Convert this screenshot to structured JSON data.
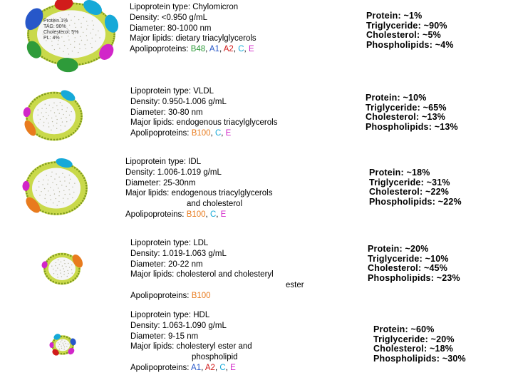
{
  "colors": {
    "membrane": "#c9d94a",
    "core": "#f6f6f6",
    "apo_green": "#2e9b3a",
    "apo_blue": "#2757c9",
    "apo_red": "#d11b1b",
    "apo_cyan": "#16a9d8",
    "apo_magenta": "#d126c9",
    "apo_orange": "#e87b1e"
  },
  "lipoproteins": [
    {
      "info": {
        "type": "Lipoprotein type: Chylomicron",
        "density": "Density: <0.950 g/mL",
        "diameter": "Diameter: 80-1000 nm",
        "major_lipids": "Major lipids: dietary triacylglycerols",
        "major_lipids_cont": "",
        "apo_label": "Apolipoproteins:",
        "apos": [
          {
            "name": "B48",
            "sep": ", ",
            "color": "#2e9b3a"
          },
          {
            "name": "A1",
            "sep": ", ",
            "color": "#2757c9"
          },
          {
            "name": "A2",
            "sep": ", ",
            "color": "#d11b1b"
          },
          {
            "name": "C",
            "sep": ", ",
            "color": "#16a9d8"
          },
          {
            "name": "E",
            "sep": "",
            "color": "#d126c9"
          }
        ]
      },
      "inset": [
        "Protein 1%",
        "TAG: 90%",
        "Cholesterol: 5%",
        "PL: 4%"
      ],
      "composition": [
        "Protein: ~1%",
        "Triglyceride: ~90%",
        "Cholesterol: ~5%",
        "Phospholipids: ~4%"
      ]
    },
    {
      "info": {
        "type": "Lipoprotein type: VLDL",
        "density": "Density: 0.950-1.006 g/mL",
        "diameter": "Diameter: 30-80 nm",
        "major_lipids": "Major lipids: endogenous  triacylglycerols",
        "major_lipids_cont": "",
        "apo_label": "Apolipoproteins:",
        "apos": [
          {
            "name": "B100",
            "sep": ", ",
            "color": "#e87b1e"
          },
          {
            "name": "C",
            "sep": ", ",
            "color": "#16a9d8"
          },
          {
            "name": "E",
            "sep": "",
            "color": "#d126c9"
          }
        ]
      },
      "inset": [],
      "composition": [
        "Protein: ~10%",
        "Triglyceride: ~65%",
        "Cholesterol: ~13%",
        "Phospholipids: ~13%"
      ]
    },
    {
      "info": {
        "type": "Lipoprotein type: IDL",
        "density": "Density: 1.006-1.019 g/mL",
        "diameter": "Diameter: 25-30nm",
        "major_lipids": "Major lipids: endogenous  triacylglycerols",
        "major_lipids_cont": "and cholesterol",
        "apo_label": "Apolipoproteins:",
        "apos": [
          {
            "name": "B100",
            "sep": ", ",
            "color": "#e87b1e"
          },
          {
            "name": "C",
            "sep": ", ",
            "color": "#16a9d8"
          },
          {
            "name": "E",
            "sep": "",
            "color": "#d126c9"
          }
        ]
      },
      "inset": [],
      "composition": [
        "Protein: ~18%",
        "Triglyceride: ~31%",
        "Cholesterol: ~22%",
        "Phospholipids: ~22%"
      ]
    },
    {
      "info": {
        "type": "Lipoprotein type: LDL",
        "density": "Density: 1.019-1.063 g/mL",
        "diameter": "Diameter: 20-22 nm",
        "major_lipids": "Major lipids: cholesterol and cholesteryl",
        "major_lipids_cont": "ester",
        "apo_label": "Apolipoproteins:",
        "apos": [
          {
            "name": "B100",
            "sep": "",
            "color": "#e87b1e"
          }
        ]
      },
      "inset": [],
      "composition": [
        "Protein: ~20%",
        "Triglyceride: ~10%",
        "Cholesterol: ~45%",
        "Phospholipids: ~23%"
      ]
    },
    {
      "info": {
        "type": "Lipoprotein type: HDL",
        "density": "Density: 1.063-1.090 g/mL",
        "diameter": "Diameter: 9-15 nm",
        "major_lipids": "Major lipids: cholesteryl ester and",
        "major_lipids_cont": "phospholipid",
        "apo_label": "Apolipoproteins:",
        "apos": [
          {
            "name": "A1",
            "sep": ", ",
            "color": "#2757c9"
          },
          {
            "name": "A2",
            "sep": ", ",
            "color": "#d11b1b"
          },
          {
            "name": "C",
            "sep": ", ",
            "color": "#16a9d8"
          },
          {
            "name": "E",
            "sep": "",
            "color": "#d126c9"
          }
        ]
      },
      "inset": [],
      "composition": [
        "Protein: ~60%",
        "Triglyceride: ~20%",
        "Cholesterol: ~18%",
        "Phospholipids: ~30%"
      ]
    }
  ]
}
